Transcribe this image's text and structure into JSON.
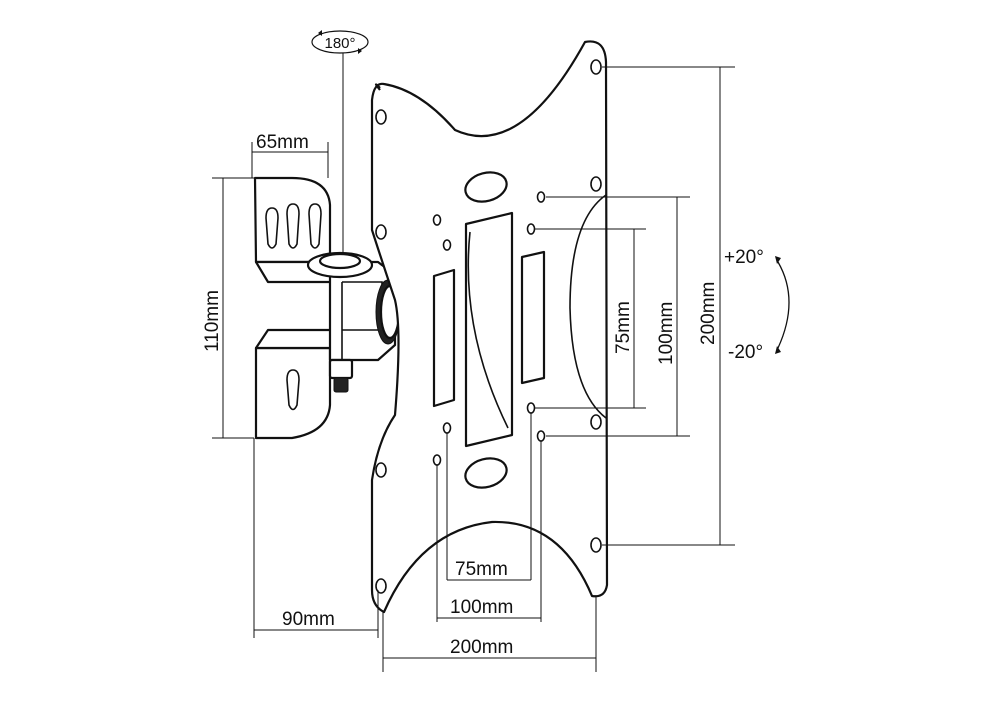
{
  "rotation": {
    "swivel": "180°",
    "tilt_up": "+20°",
    "tilt_down": "-20°"
  },
  "wall_plate": {
    "width": "65mm",
    "height": "110mm",
    "depth": "90mm"
  },
  "vesa_horizontal": {
    "small": "75mm",
    "medium": "100mm",
    "large": "200mm"
  },
  "vesa_vertical": {
    "small": "75mm",
    "medium": "100mm",
    "large": "200mm"
  },
  "colors": {
    "line": "#111111",
    "background": "#ffffff"
  }
}
